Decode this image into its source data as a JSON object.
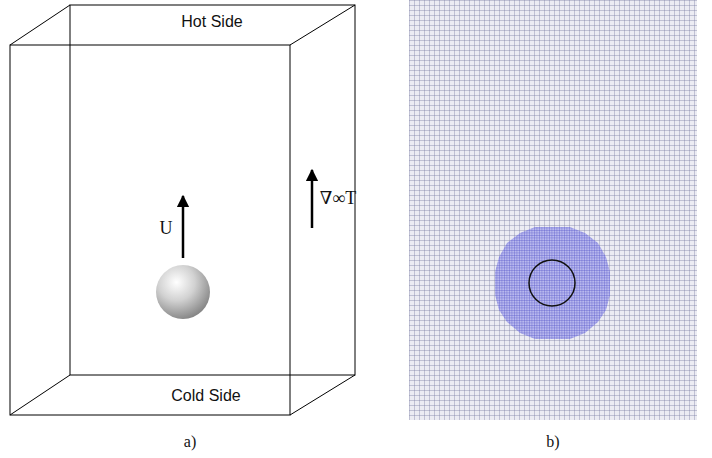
{
  "diagram": {
    "labels": [
      "Hot Side",
      "U",
      "∇∞T",
      "Cold Side",
      "a)",
      "b)"
    ]
  }
}
